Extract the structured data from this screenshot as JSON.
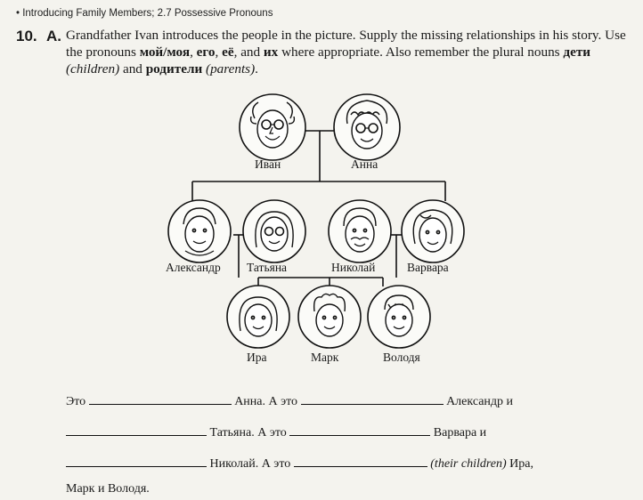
{
  "header": "• Introducing Family Members; 2.7 Possessive Pronouns",
  "exercise": {
    "number": "10.",
    "letter": "A.",
    "instr_1": "Grandfather Ivan introduces the people in the picture. Supply the missing relationships in his story. Use the pronouns ",
    "pron_1": "мой/моя",
    "sep_1": ", ",
    "pron_2": "его",
    "sep_2": ", ",
    "pron_3": "её",
    "sep_3": ", and ",
    "pron_4": "их",
    "instr_2": " where appropriate. Also remember the plural nouns ",
    "noun_1": "дети",
    "gloss_1": " (children)",
    "and": " and ",
    "noun_2": "родители",
    "gloss_2": " (parents)",
    "end": "."
  },
  "people": {
    "ivan": "Иван",
    "anna": "Анна",
    "aleksandr": "Александр",
    "tatyana": "Татьяна",
    "nikolai": "Николай",
    "varvara": "Варвара",
    "ira": "Ира",
    "mark": "Марк",
    "volodya": "Володя"
  },
  "story": {
    "l1_a": "Это",
    "l1_b": "Анна. А это",
    "l1_c": "Александр и",
    "l2_a": "Татьяна. А это",
    "l2_b": "Варвара и",
    "l3_a": "Николай. А это",
    "l3_b": "(their children)",
    "l3_c": " Ира,",
    "l4": "Марк и Володя."
  }
}
